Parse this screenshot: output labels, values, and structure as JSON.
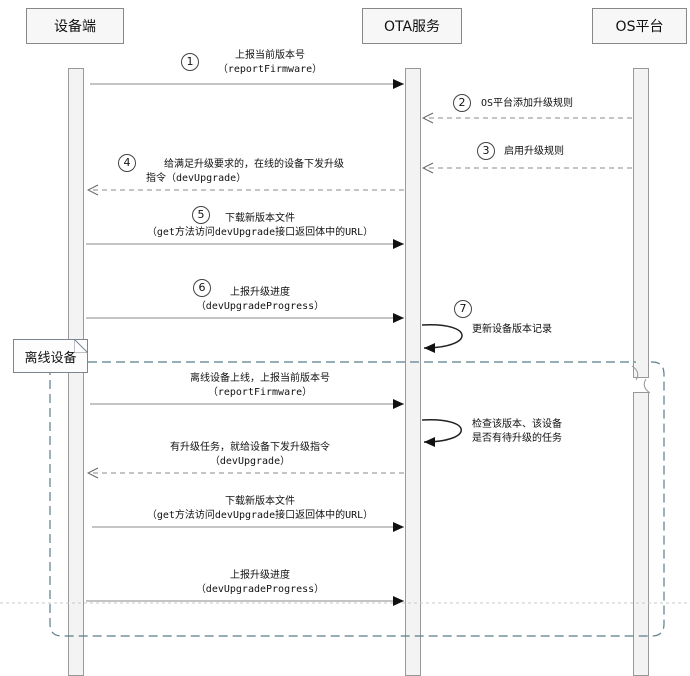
{
  "participants": {
    "device": "设备端",
    "ota": "OTA服务",
    "os": "OS平台"
  },
  "frame": {
    "label": "离线设备"
  },
  "messages": [
    {
      "num": "1",
      "line1": "上报当前版本号",
      "line2": "（reportFirmware）"
    },
    {
      "num": "2",
      "line1": "OS平台添加升级规则",
      "line2": ""
    },
    {
      "num": "3",
      "line1": "启用升级规则",
      "line2": ""
    },
    {
      "num": "4",
      "line1": "给满足升级要求的，在线的设备下发升级",
      "line2": "指令（devUpgrade）"
    },
    {
      "num": "5",
      "line1": "下载新版本文件",
      "line2": "（get方法访问devUpgrade接口返回体中的URL）"
    },
    {
      "num": "6",
      "line1": "上报升级进度",
      "line2": "（devUpgradeProgress）"
    },
    {
      "num": "7",
      "line1": "更新设备版本记录",
      "line2": ""
    },
    {
      "num": "",
      "line1": "离线设备上线，上报当前版本号",
      "line2": "（reportFirmware）"
    },
    {
      "num": "",
      "line1": "检查该版本、该设备",
      "line2": "是否有待升级的任务"
    },
    {
      "num": "",
      "line1": "有升级任务，就给设备下发升级指令",
      "line2": "（devUpgrade）"
    },
    {
      "num": "",
      "line1": "下载新版本文件",
      "line2": "（get方法访问devUpgrade接口返回体中的URL）"
    },
    {
      "num": "",
      "line1": "上报升级进度",
      "line2": "（devUpgradeProgress）"
    }
  ]
}
